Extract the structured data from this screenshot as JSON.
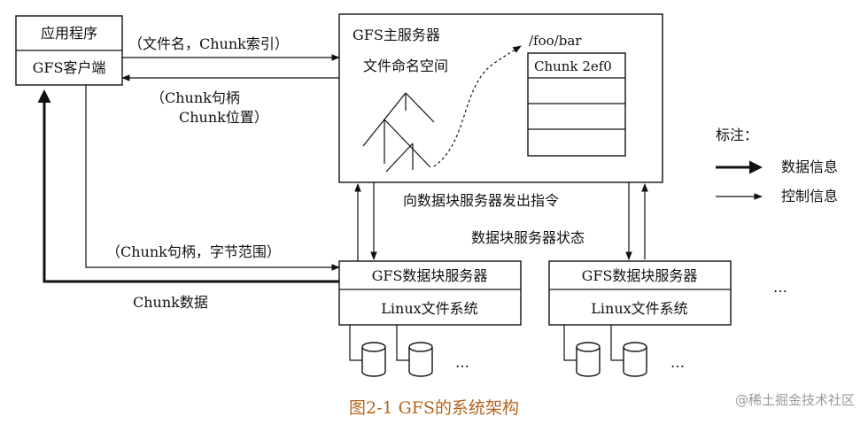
{
  "client": {
    "app_label": "应用程序",
    "client_label": "GFS客户端"
  },
  "master": {
    "title": "GFS主服务器",
    "namespace_label": "文件命名空间",
    "file_path": "/foo/bar",
    "chunk_label": "Chunk 2ef0"
  },
  "messages": {
    "request": "（文件名，Chunk索引）",
    "reply_line1": "（Chunk句柄",
    "reply_line2": "Chunk位置）",
    "chunk_request": "（Chunk句柄，字节范围）",
    "chunk_data": "Chunk数据",
    "instructions": "向数据块服务器发出指令",
    "server_state": "数据块服务器状态"
  },
  "chunkservers": [
    {
      "title": "GFS数据块服务器",
      "fs_label": "Linux文件系统"
    },
    {
      "title": "GFS数据块服务器",
      "fs_label": "Linux文件系统"
    }
  ],
  "ellipsis": "…",
  "legend": {
    "title": "标注：",
    "data_label": "数据信息",
    "control_label": "控制信息"
  },
  "caption": "图2-1 GFS的系统架构",
  "watermark": "@稀土掘金技术社区"
}
